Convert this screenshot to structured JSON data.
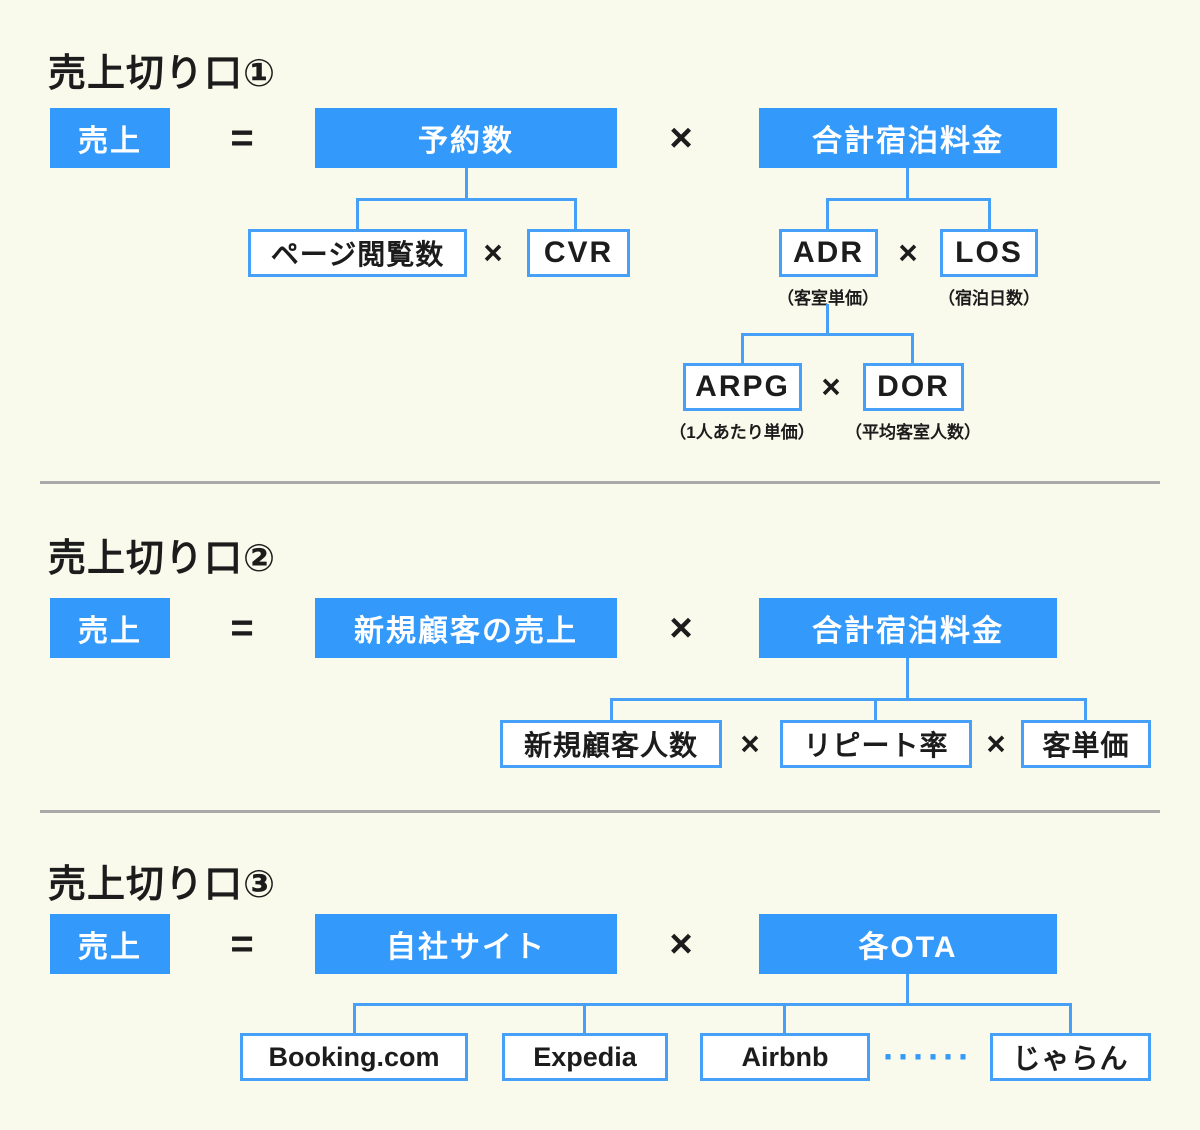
{
  "colors": {
    "background": "#FAFAEC",
    "box_blue": "#3399FA",
    "line_blue": "#47A0F8",
    "divider_gray": "#A9A9A9",
    "text_black": "#1C1C1C"
  },
  "operators": {
    "equals": "=",
    "times": "×"
  },
  "section1": {
    "title": "売上切り口①",
    "sales": "売上",
    "bookings": "予約数",
    "total_rate": "合計宿泊料金",
    "pageviews": "ページ閲覧数",
    "cvr": "CVR",
    "adr": "ADR",
    "adr_note": "（客室単価）",
    "los": "LOS",
    "los_note": "（宿泊日数）",
    "arpg": "ARPG",
    "arpg_note": "（1人あたり単価）",
    "dor": "DOR",
    "dor_note": "（平均客室人数）"
  },
  "section2": {
    "title": "売上切り口②",
    "sales": "売上",
    "new_customer_sales": "新規顧客の売上",
    "total_rate": "合計宿泊料金",
    "new_customers": "新規顧客人数",
    "repeat_rate": "リピート率",
    "avg_spend": "客単価"
  },
  "section3": {
    "title": "売上切り口③",
    "sales": "売上",
    "own_site": "自社サイト",
    "each_ota": "各OTA",
    "ota_list": [
      "Booking.com",
      "Expedia",
      "Airbnb",
      "じゃらん"
    ],
    "ellipsis": "······"
  }
}
